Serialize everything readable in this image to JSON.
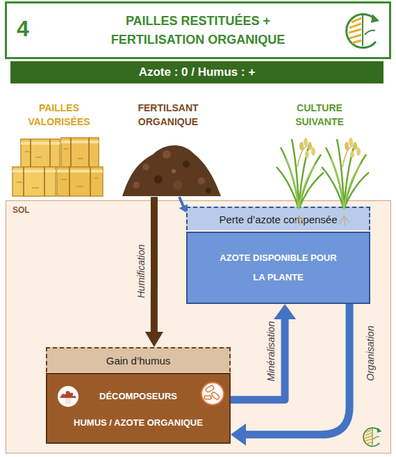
{
  "diagram": {
    "nodes": [
      {
        "text": [
          "4",
          "PAILLES RESTITUÉES + FERTILISATION ORGANIQUE"
        ]
      },
      {
        "text": [
          "Azote : 0 / Humus : +"
        ]
      },
      {
        "text": [
          "PAILLES VALORISÉES"
        ]
      },
      {
        "text": [
          "FERTILSANT ORGANIQUE"
        ]
      },
      {
        "text": [
          "CULTURE SUIVANTE"
        ]
      },
      {
        "text": [
          "SOL"
        ]
      },
      {
        "text": [
          "Perte d’azote compensée"
        ],
        "in": 5
      },
      {
        "text": [
          "AZOTE DISPONIBLE POUR LA PLANTE"
        ],
        "in": 5
      },
      {
        "text": [
          "Gain d’humus"
        ],
        "in": 5
      },
      {
        "text": [
          "DÉCOMPOSEURS",
          "HUMUS / AZOTE ORGANIQUE"
        ],
        "in": 5
      }
    ],
    "edges": [
      {
        "from": 3,
        "to": 8,
        "arrow": "to",
        "label": "Humification"
      },
      {
        "from": 3,
        "to": 6,
        "arrow": "to"
      },
      {
        "from": 9,
        "to": 7,
        "arrow": "to",
        "label": "Minéralisation"
      },
      {
        "from": 7,
        "to": 9,
        "arrow": "to",
        "label": "Organisation"
      }
    ]
  }
}
